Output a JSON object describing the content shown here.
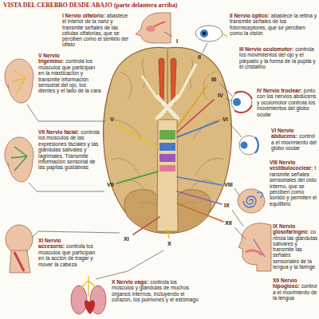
{
  "diagram": {
    "title": "VISTA DEL CEREBRO DESDE ABAJO (parte delantera arriba)",
    "nodes": [
      {
        "text": [
          "I Nervio olfatorio:",
          "abastece el interior de la nariz y transmite señales de las células olfatorias, que se perciben como el sentido del olfato"
        ]
      },
      {
        "text": [
          "II Nervio óptico:",
          "abastece la retina y transmite señales de los fotorreceptores, que se perciben como la visión"
        ]
      },
      {
        "text": [
          "III Nervio oculomotor:",
          "controla los movimientos del ojo y el párpado y la forma de la pupila y el cristalino"
        ]
      },
      {
        "text": [
          "V Nervio trigémino:",
          "controla los músculos que participan en la masticación y transmite información sensorial del ojo, los dientes y el lado de la cara"
        ]
      },
      {
        "text": [
          "IV Nervio troclear:",
          "junto con los nervios abducens y oculomotor controla los movimientos del globo ocular"
        ]
      },
      {
        "text": [
          "VI Nervio abducens:",
          "controla el movimiento del globo ocular"
        ]
      },
      {
        "text": [
          "VII Nervio facial:",
          "controla los músculos de las expresiones faciales y las glándulas salivales y lagrimales. Transmite información sensorial de las papilas gustativas"
        ]
      },
      {
        "text": [
          "VIII Nervio vestibulococlear:",
          "transmite señales sensoriales del oído interno, que se perciben como sonido y permiten el equilibrio"
        ]
      },
      {
        "text": [
          "IX Nervio glosofaríngeo:",
          "controla las glándulas salivares y transmite las señales sensoriales de la lengua y la faringe"
        ]
      },
      {
        "text": [
          "XI Nervio accesorio:",
          "controla los músculos que participan en la acción de tragar y mover la cabeza"
        ]
      },
      {
        "text": [
          "XII Nervio hipogloso:",
          "controla el movimiento de la lengua"
        ]
      },
      {
        "text": [
          "X Nervio vago:",
          "controla los músculos y glándulas de muchos órganos internos, incluyendo el corazón, los pulmones y el estómago"
        ]
      }
    ],
    "labels": [
      "I",
      "II",
      "III",
      "IV",
      "VI",
      "V",
      "VII",
      "VIII",
      "IX",
      "XII",
      "XI",
      "X"
    ]
  }
}
